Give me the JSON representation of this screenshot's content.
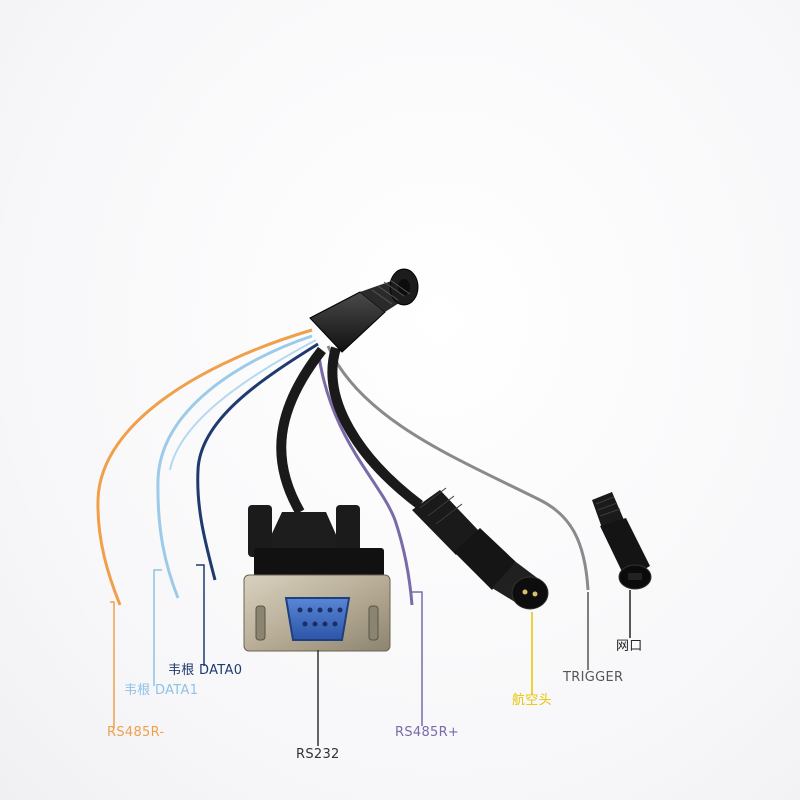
{
  "labels": {
    "rs485r_minus": "RS485R-",
    "data1": "韦根 DATA1",
    "data0": "韦根 DATA0",
    "rs232": "RS232",
    "rs485r_plus": "RS485R+",
    "aviation_head": "航空头",
    "trigger": "TRIGGER",
    "network_port": "网口"
  },
  "colors": {
    "rs485r_minus": "#f0a04b",
    "data1": "#8ec3e6",
    "data0": "#1e3a6e",
    "rs232": "#333333",
    "rs485r_plus": "#7a6aa8",
    "aviation_head": "#e8c300",
    "trigger": "#555555",
    "network_port": "#222222"
  }
}
